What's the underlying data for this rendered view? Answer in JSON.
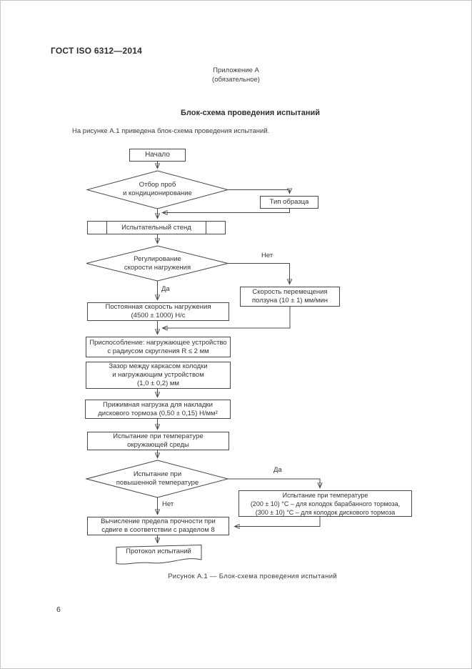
{
  "page": {
    "header_left": "ГОСТ ISO 6312—2014",
    "annex": "Приложение А\n(обязательное)",
    "section_title": "Блок-схема проведения испытаний",
    "intro_text": "На рисунке А.1 приведена блок-схема проведения испытаний.",
    "figure_caption": "Рисунок А.1 — Блок-схема проведения испытаний",
    "page_number": "6"
  },
  "flowchart": {
    "nodes": {
      "start": {
        "label": "Начало",
        "type": "process"
      },
      "sampling": {
        "label": "Отбор проб\nи кондиционирование",
        "type": "decision"
      },
      "sample_type": {
        "label": "Тип образца",
        "type": "process"
      },
      "test_bench": {
        "label": "Испытательный стенд",
        "type": "predefined-process"
      },
      "speed_regulation": {
        "label": "Регулирование\nскорости нагружения",
        "type": "decision"
      },
      "slider_speed": {
        "label": "Скорость перемещения\nползуна (10 ± 1) мм/мин",
        "type": "process"
      },
      "constant_speed": {
        "label": "Постоянная скорость нагружения\n(4500 ± 1000) Н/с",
        "type": "process"
      },
      "fixture": {
        "label": "Приспособление: нагружающее устройство\nс радиусом скругления R ≤ 2 мм",
        "type": "process"
      },
      "gap": {
        "label": "Зазор между каркасом колодки\nи нагружающим устройством\n(1,0 ± 0,2) мм",
        "type": "process"
      },
      "clamping_load": {
        "label": "Прижимная нагрузка для накладки\nдискового тормоза (0,50 ± 0,15) Н/мм²",
        "type": "process"
      },
      "ambient_test": {
        "label": "Испытание при температуре\nокружающей среды",
        "type": "process"
      },
      "elevated_decision": {
        "label": "Испытание при\nповышенной температуре",
        "type": "decision"
      },
      "elevated_test": {
        "label": "Испытание при температуре\n(200 ± 10) °С – для колодок барабанного тормоза,\n(300 ± 10) °С – для колодок дискового тормоза",
        "type": "process"
      },
      "shear_calc": {
        "label": "Вычисление предела прочности при\nсдвиге в соответствии с разделом 8",
        "type": "process"
      },
      "report": {
        "label": "Протокол испытаний",
        "type": "document"
      }
    },
    "edge_labels": {
      "regulation_no": "Нет",
      "regulation_yes": "Да",
      "elevated_yes": "Да",
      "elevated_no": "Нет"
    },
    "line_color": "#474747"
  }
}
